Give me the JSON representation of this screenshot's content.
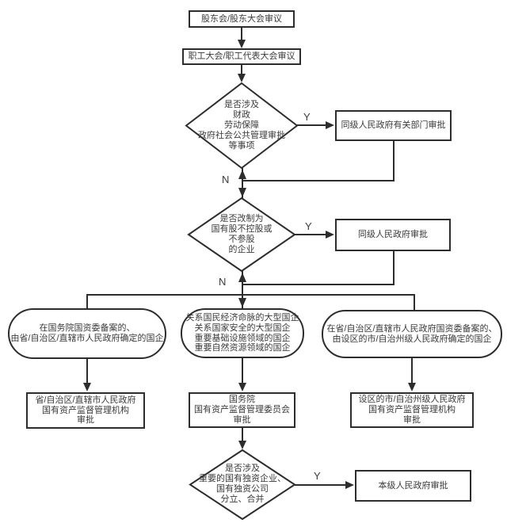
{
  "nodes": {
    "shareholders": {
      "label": "股东会/股东大会审议",
      "type": "process"
    },
    "workers": {
      "label": "职工大会/职工代表大会审议",
      "type": "process"
    },
    "decision1": {
      "label": "是否涉及\n财政\n劳动保障\n政府社会公共管理审批\n等事项",
      "type": "decision"
    },
    "dept_approval": {
      "label": "同级人民政府有关部门审批",
      "type": "process"
    },
    "decision2": {
      "label": "是否改制为\n国有股不控股或\n不参股\n的企业",
      "type": "decision"
    },
    "same_level_approval": {
      "label": "同级人民政府审批",
      "type": "process"
    },
    "case_left": {
      "label": "在国务院国资委备案的、\n由省/自治区/直辖市人民政府确定的国企",
      "type": "terminator"
    },
    "case_middle": {
      "label": "关系国民经济命脉的大型国企\n关系国家安全的大型国企\n重要基础设施领域的国企\n重要自然资源领域的国企",
      "type": "terminator"
    },
    "case_right": {
      "label": "在省/自治区/直辖市人民政府国资委备案的、\n由设区的市/自治州级人民政府确定的国企",
      "type": "terminator"
    },
    "approver_left": {
      "label": "省/自治区/直辖市人民政府\n国有资产监督管理机构\n审批",
      "type": "process"
    },
    "approver_middle": {
      "label": "国务院\n国有资产监督管理委员会\n审批",
      "type": "process"
    },
    "approver_right": {
      "label": "设区的市/自治州级人民政府\n国有资产监督管理机构\n审批",
      "type": "process"
    },
    "decision3": {
      "label": "是否涉及\n重要的国有独资企业、\n国有独资公司\n分立、合并",
      "type": "decision"
    },
    "local_gov_approval": {
      "label": "本级人民政府审批",
      "type": "process"
    }
  },
  "edge_labels": {
    "decision1_yes": "Y",
    "decision1_no": "N",
    "decision2_yes": "Y",
    "decision2_no": "N",
    "decision3_yes": "Y"
  },
  "edges": [
    {
      "from": "shareholders",
      "to": "workers",
      "label": ""
    },
    {
      "from": "workers",
      "to": "decision1",
      "label": ""
    },
    {
      "from": "decision1",
      "to": "dept_approval",
      "label": "Y"
    },
    {
      "from": "dept_approval",
      "to": "decision1",
      "label": ""
    },
    {
      "from": "decision1",
      "to": "decision2",
      "label": "N"
    },
    {
      "from": "decision2",
      "to": "same_level_approval",
      "label": "Y"
    },
    {
      "from": "same_level_approval",
      "to": "decision2",
      "label": ""
    },
    {
      "from": "decision2",
      "to": "case_left",
      "label": "N"
    },
    {
      "from": "decision2",
      "to": "case_middle",
      "label": "N"
    },
    {
      "from": "decision2",
      "to": "case_right",
      "label": "N"
    },
    {
      "from": "case_left",
      "to": "approver_left",
      "label": ""
    },
    {
      "from": "case_middle",
      "to": "approver_middle",
      "label": ""
    },
    {
      "from": "case_right",
      "to": "approver_right",
      "label": ""
    },
    {
      "from": "approver_middle",
      "to": "decision3",
      "label": ""
    },
    {
      "from": "decision3",
      "to": "local_gov_approval",
      "label": "Y"
    }
  ],
  "colors": {
    "line": "#2d2d2d",
    "text": "#3a3a3a",
    "background": "#ffffff"
  }
}
